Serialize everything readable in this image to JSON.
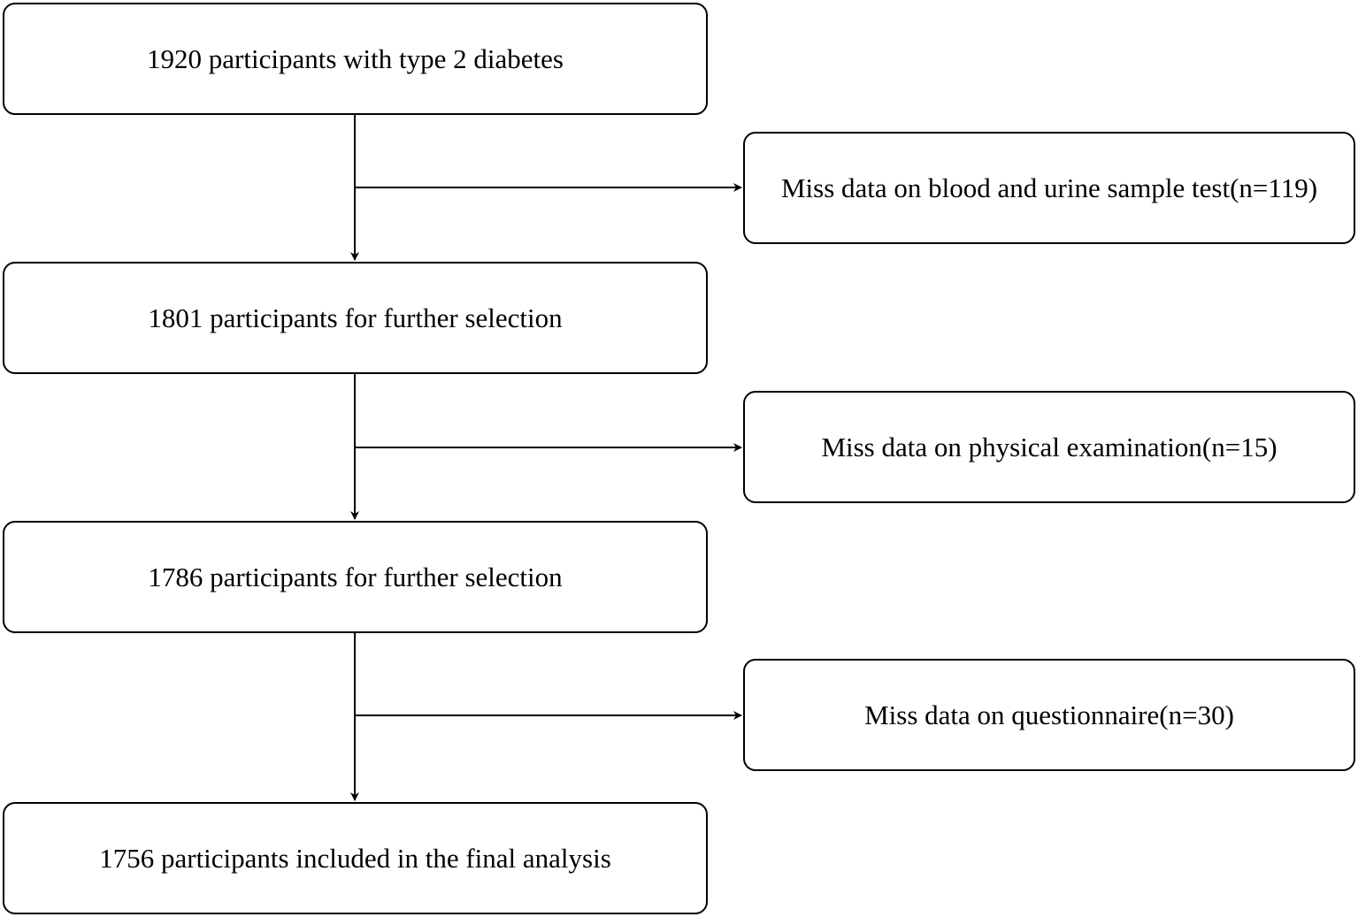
{
  "flow": {
    "steps": [
      "1920 participants with type 2 diabetes",
      "1801 participants for further selection",
      "1786 participants for further selection",
      "1756 participants included in the final analysis"
    ],
    "exclusions": [
      "Miss data on blood and urine sample test(n=119)",
      "Miss data on physical examination(n=15)",
      "Miss data on questionnaire(n=30)"
    ]
  }
}
